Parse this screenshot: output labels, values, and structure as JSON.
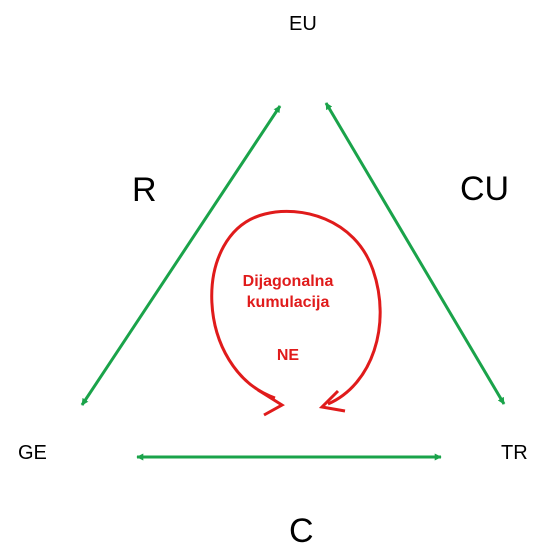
{
  "nodes": {
    "eu": "EU",
    "ge": "GE",
    "tr": "TR"
  },
  "edges": {
    "left": "R",
    "right": "CU",
    "bottom": "C"
  },
  "center": {
    "line1": "Dijagonalna",
    "line2": "kumulacija",
    "status": "NE"
  },
  "colors": {
    "edge": "#1aa34a",
    "center": "#e01b1b",
    "text": "#000000"
  }
}
